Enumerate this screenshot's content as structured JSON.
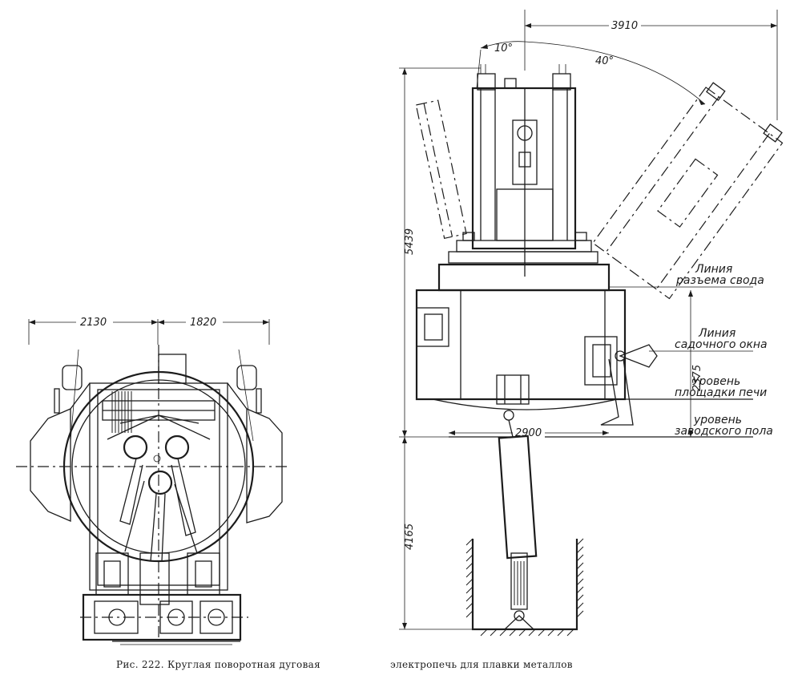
{
  "dimensions": {
    "left_width_a": "2130",
    "left_width_b": "1820",
    "top_span": "3910",
    "angle_small": "10°",
    "angle_large": "40°",
    "total_height": "5439",
    "platform_height": "2375",
    "pit_depth": "4165",
    "base_span": "2900"
  },
  "labels": {
    "roof_line_1": "Линия",
    "roof_line_2": "разъема свода",
    "door_line_1": "Линия",
    "door_line_2": "садочного окна",
    "platform_1": "Уровень",
    "platform_2": "площадки печи",
    "floor_1": "уровень",
    "floor_2": "заводского пола"
  },
  "caption": {
    "left": "Рис. 222. Круглая поворотная дуговая",
    "right": "электропечь для плавки металлов"
  }
}
